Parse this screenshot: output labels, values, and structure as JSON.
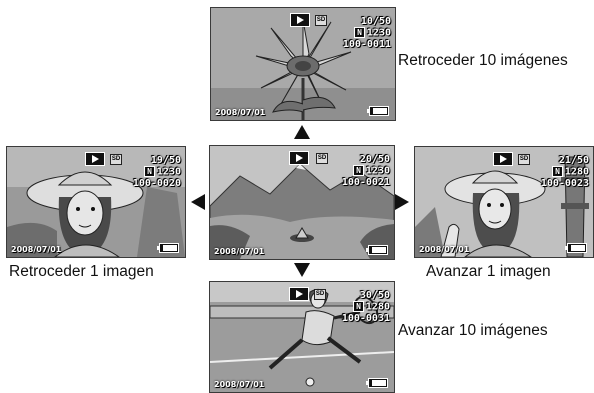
{
  "screens": {
    "up": {
      "counter": "10/50",
      "quality": "N",
      "resolution": "1230",
      "file": "100-0011",
      "date": "2008/07/01",
      "caption": "Retroceder 10 imágenes",
      "scene": "flower"
    },
    "left": {
      "counter": "19/50",
      "quality": "N",
      "resolution": "1230",
      "file": "100-0020",
      "date": "2008/07/01",
      "caption": "Retroceder 1 imagen",
      "scene": "woman-portrait"
    },
    "center": {
      "counter": "20/50",
      "quality": "N",
      "resolution": "1230",
      "file": "100-0021",
      "date": "2008/07/01",
      "scene": "mountain-lake"
    },
    "right": {
      "counter": "21/50",
      "quality": "N",
      "resolution": "1280",
      "file": "100-0023",
      "date": "2008/07/01",
      "caption": "Avanzar 1 imagen",
      "scene": "woman-tower"
    },
    "down": {
      "counter": "30/50",
      "quality": "N",
      "resolution": "1280",
      "file": "100-0031",
      "date": "2008/07/01",
      "caption": "Avanzar 10 imágenes",
      "scene": "tennis-player"
    }
  },
  "icons": {
    "play": "play-mode-icon",
    "card": "sd-card-icon",
    "battery": "battery-icon",
    "arrows": [
      "up-arrow-icon",
      "down-arrow-icon",
      "left-arrow-icon",
      "right-arrow-icon"
    ]
  }
}
